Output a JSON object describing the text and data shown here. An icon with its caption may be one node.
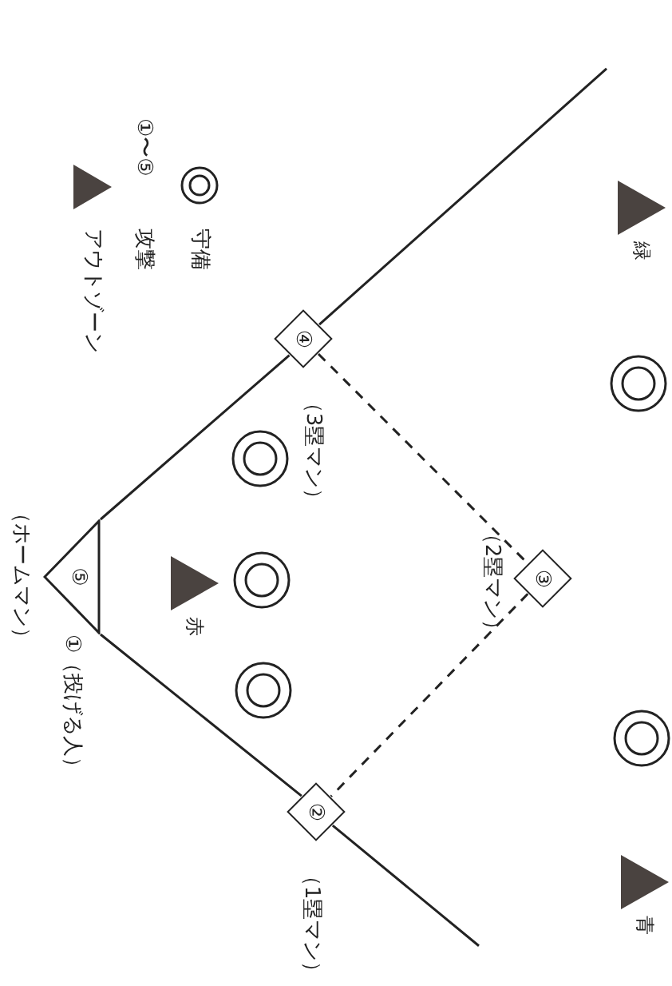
{
  "diagram": {
    "nodes": [
      {
        "text": [
          "④"
        ],
        "beside": [
          "（3塁マン）"
        ]
      },
      {
        "text": [
          "③"
        ],
        "beside": [
          "（2塁マン）"
        ]
      },
      {
        "text": [
          "②"
        ],
        "beside": [
          "（1塁マン）"
        ]
      },
      {
        "text": [
          "⑤"
        ],
        "beside": [
          "（ホームマン）"
        ]
      },
      {
        "text": [
          "緑"
        ]
      },
      {
        "text": [
          "赤"
        ]
      },
      {
        "text": [
          "青"
        ]
      }
    ],
    "edges": [
      {
        "from": 3,
        "to": 0,
        "arrow": "none"
      },
      {
        "from": 0,
        "to": 1,
        "arrow": "none",
        "style": "dashed"
      },
      {
        "from": 1,
        "to": 2,
        "arrow": "none",
        "style": "dashed"
      },
      {
        "from": 3,
        "to": 2,
        "arrow": "none"
      }
    ],
    "labels": [
      "①〜⑤",
      "①（投げる人）"
    ],
    "legend": [
      {
        "text": "守備"
      },
      {
        "text": "攻撃"
      },
      {
        "text": "アウトゾーン"
      }
    ]
  }
}
